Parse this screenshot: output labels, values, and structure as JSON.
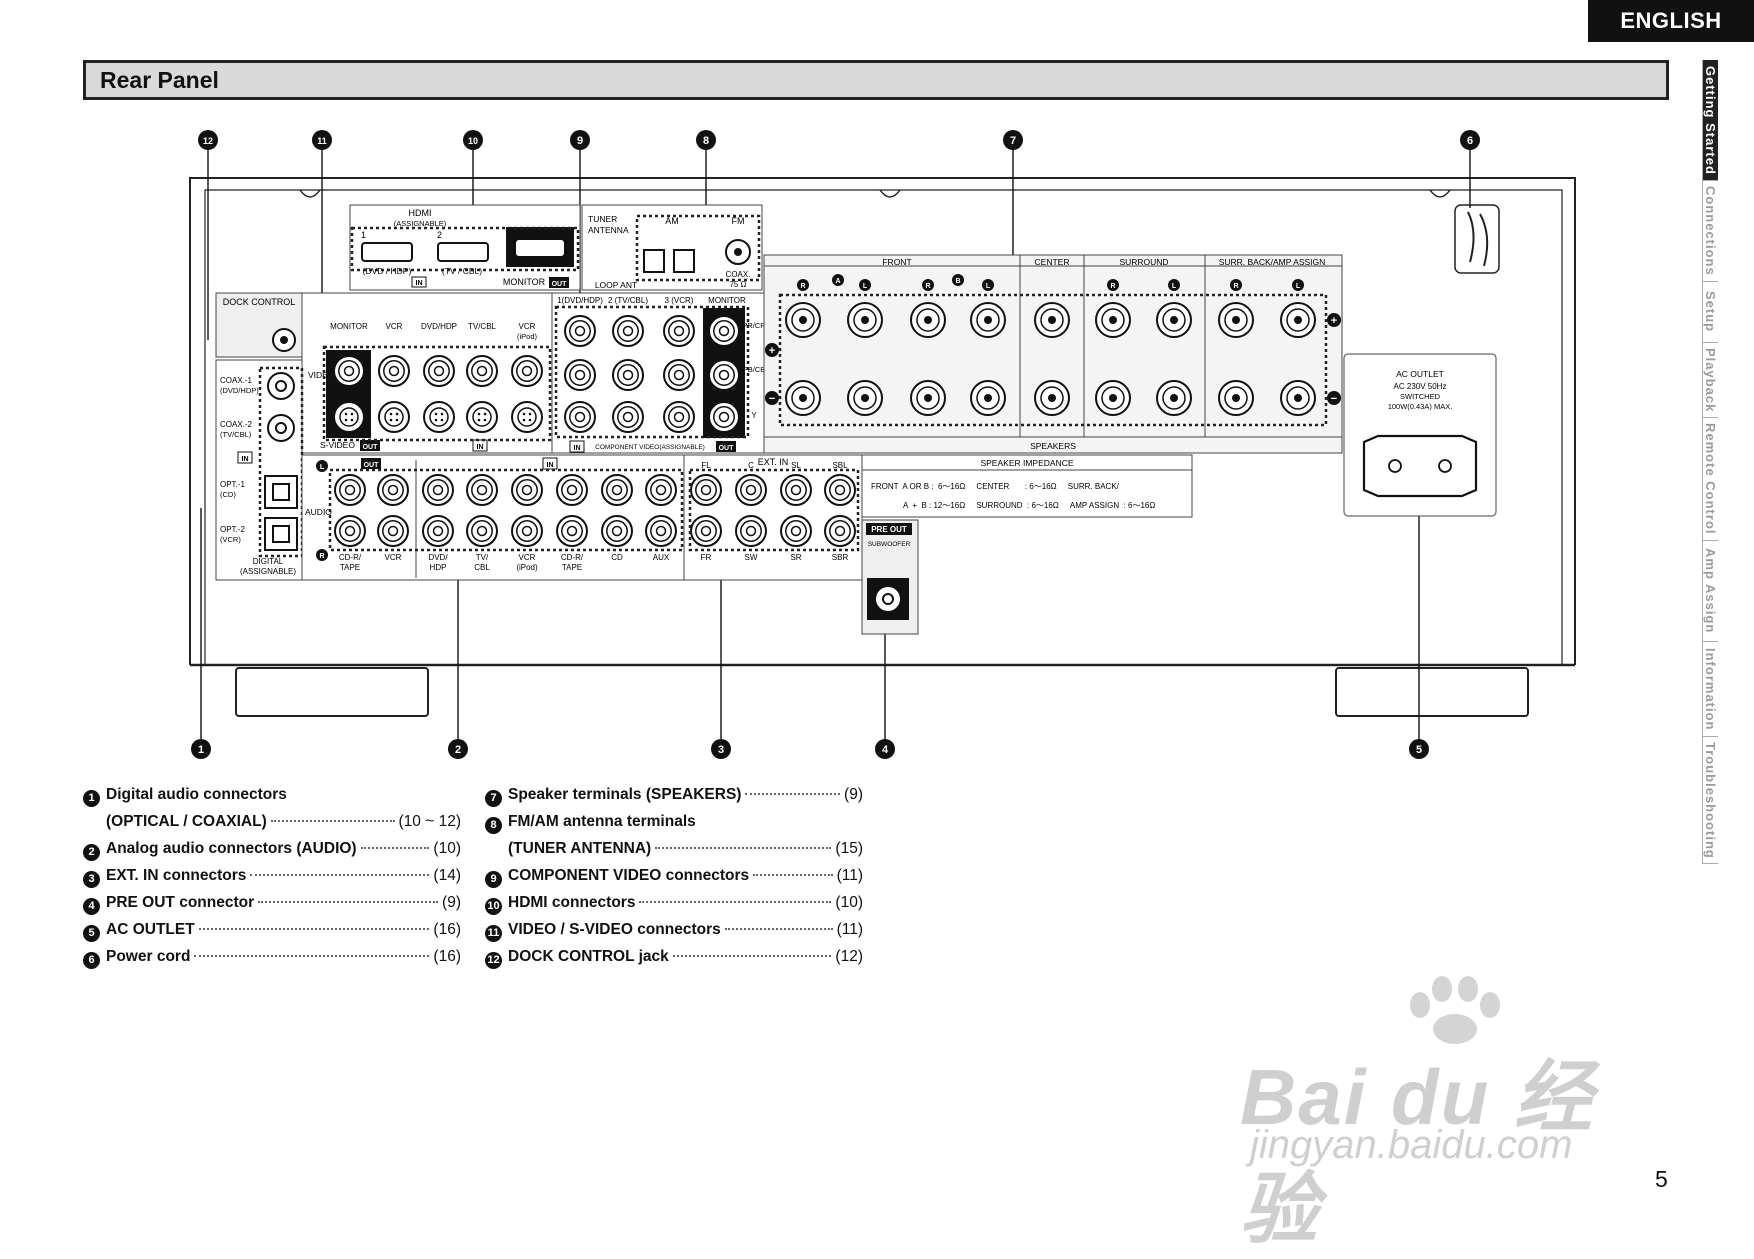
{
  "header": {
    "language": "ENGLISH",
    "section_title": "Rear Panel"
  },
  "side_tabs": [
    "Getting Started",
    "Connections",
    "Setup",
    "Playback",
    "Remote Control",
    "Amp Assign",
    "Information",
    "Troubleshooting"
  ],
  "active_tab": "Getting Started",
  "callouts": [
    "12",
    "11",
    "10",
    "9",
    "8",
    "7",
    "6",
    "1",
    "2",
    "3",
    "4",
    "5"
  ],
  "panel": {
    "dock_control": "DOCK CONTROL",
    "hdmi": {
      "title": "HDMI",
      "assignable": "(ASSIGNABLE)",
      "in1_num": "1",
      "in1": "(DVD / HDP)",
      "in2_num": "2",
      "in2": "(TV / CBL)",
      "in": "IN",
      "monitor": "MONITOR",
      "out": "OUT"
    },
    "tuner": {
      "title1": "TUNER",
      "title2": "ANTENNA",
      "am": "AM",
      "fm": "FM",
      "loop": "LOOP ANT",
      "coax": "COAX.",
      "ohm": "75 Ω"
    },
    "video": {
      "label": "VIDEO",
      "svideo": "S-VIDEO",
      "cols": [
        "MONITOR",
        "VCR",
        "DVD/HDP",
        "TV/CBL",
        "VCR"
      ],
      "ipod": "(iPod)",
      "out": "OUT",
      "in": "IN"
    },
    "component": {
      "cols": [
        "1(DVD/HDP)",
        "2 (TV/CBL)",
        "3 (VCR)",
        "MONITOR"
      ],
      "rows": [
        "PR/CR",
        "PB/CB",
        "Y"
      ],
      "footer": "COMPONENT VIDEO(ASSIGNABLE)",
      "in": "IN",
      "out": "OUT"
    },
    "digital": {
      "coax1": "COAX.-1",
      "coax1_sub": "(DVD/HDP)",
      "coax2": "COAX.-2",
      "coax2_sub": "(TV/CBL)",
      "opt1": "OPT.-1",
      "opt1_sub": "(CD)",
      "opt2": "OPT.-2",
      "opt2_sub": "(VCR)",
      "footer1": "DIGITAL",
      "footer2": "(ASSIGNABLE)",
      "in": "IN"
    },
    "audio": {
      "label": "AUDIO",
      "out": "OUT",
      "in": "IN",
      "l": "L",
      "r": "R",
      "cols": [
        "CD-R/ TAPE",
        "VCR",
        "DVD/ HDP",
        "TV/ CBL",
        "VCR (iPod)",
        "CD-R/ TAPE",
        "CD",
        "AUX"
      ]
    },
    "ext_in": {
      "title": "EXT. IN",
      "top": [
        "FL",
        "C",
        "SL",
        "SBL"
      ],
      "bottom": [
        "FR",
        "SW",
        "SR",
        "SBR"
      ]
    },
    "pre_out": {
      "title": "PRE OUT",
      "sub": "SUBWOOFER"
    },
    "speakers": {
      "groups": [
        "FRONT",
        "CENTER",
        "SURROUND",
        "SURR. BACK/AMP ASSIGN"
      ],
      "a": "A",
      "b": "B",
      "r": "R",
      "l": "L",
      "footer": "SPEAKERS"
    },
    "impedance": {
      "title": "SPEAKER IMPEDANCE",
      "line1": "FRONT  A OR B :  6～16Ω     CENTER       : 6～16Ω     SURR. BACK/",
      "line2": "A  +  B : 12～16Ω     SURROUND  : 6～16Ω     AMP ASSIGN  : 6～16Ω"
    },
    "ac_outlet": {
      "title": "AC OUTLET",
      "line2": "AC 230V  50Hz",
      "line3": "SWITCHED",
      "line4": "100W(0.43A) MAX."
    }
  },
  "legend_left": [
    {
      "num": "1",
      "label": "Digital audio connectors",
      "label2": "(OPTICAL / COAXIAL)",
      "page": "(10 ~ 12)"
    },
    {
      "num": "2",
      "label": "Analog audio connectors (AUDIO)",
      "page": "(10)"
    },
    {
      "num": "3",
      "label": "EXT. IN connectors",
      "page": "(14)"
    },
    {
      "num": "4",
      "label": "PRE OUT connector",
      "page": "(9)"
    },
    {
      "num": "5",
      "label": "AC OUTLET",
      "page": "(16)"
    },
    {
      "num": "6",
      "label": "Power cord",
      "page": "(16)"
    }
  ],
  "legend_right": [
    {
      "num": "7",
      "label": "Speaker terminals (SPEAKERS)",
      "page": "(9)"
    },
    {
      "num": "8",
      "label": "FM/AM antenna terminals",
      "label2": "(TUNER ANTENNA)",
      "page": "(15)"
    },
    {
      "num": "9",
      "label": "COMPONENT VIDEO connectors",
      "page": "(11)"
    },
    {
      "num": "10",
      "label": "HDMI connectors",
      "page": "(10)"
    },
    {
      "num": "11",
      "label": "VIDEO / S-VIDEO connectors",
      "page": "(11)"
    },
    {
      "num": "12",
      "label": "DOCK CONTROL jack",
      "page": "(12)"
    }
  ],
  "page_number": "5",
  "watermark": {
    "line1": "Bai du 经验",
    "line2": "jingyan.baidu.com"
  }
}
